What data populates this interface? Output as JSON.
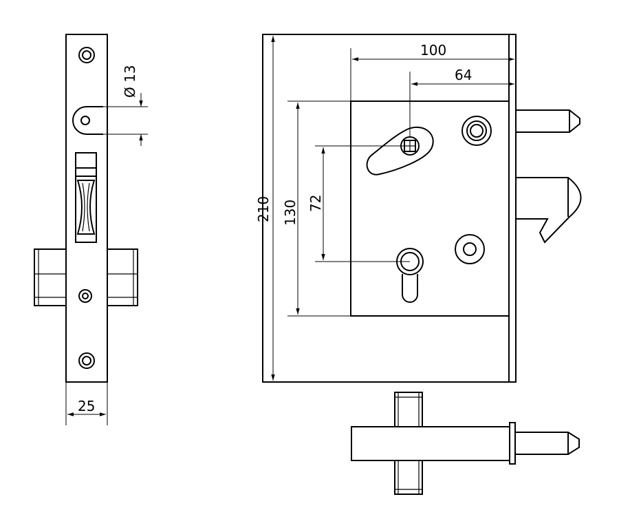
{
  "dimensions": {
    "width_left_view": "25",
    "hole_diameter": "Ø 13",
    "overall_height": "210",
    "case_height": "130",
    "center_distance": "72",
    "backset_outer": "100",
    "backset_inner": "64"
  }
}
